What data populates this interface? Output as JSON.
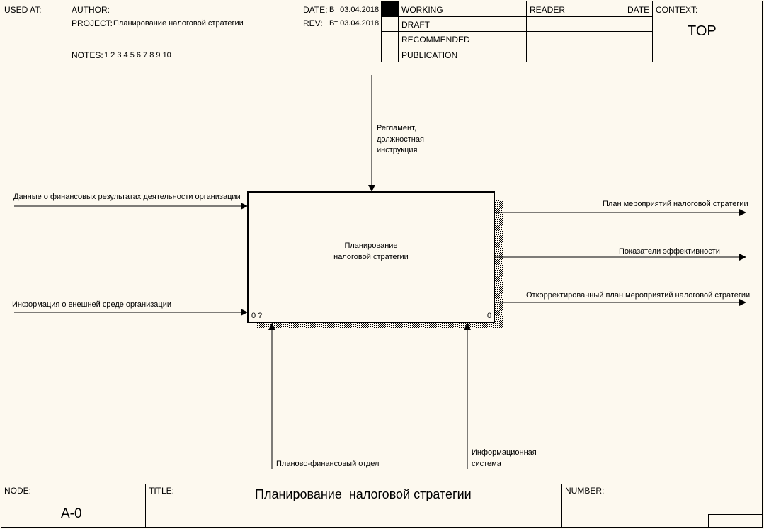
{
  "header": {
    "used_at_label": "USED AT:",
    "author_label": "AUTHOR:",
    "project_label": "PROJECT:",
    "project_value": "Планирование налоговой стратегии",
    "date_label": "DATE:",
    "date_value": "Вт 03.04.2018",
    "rev_label": "REV:",
    "rev_value": "Вт 03.04.2018",
    "notes_label": "NOTES:",
    "notes_value": "1 2 3 4 5 6 7 8 9 10",
    "status": [
      "WORKING",
      "DRAFT",
      "RECOMMENDED",
      "PUBLICATION"
    ],
    "reader_label": "READER",
    "reader_date_label": "DATE",
    "context_label": "CONTEXT:",
    "context_value": "TOP"
  },
  "diagram": {
    "box_title_line1": "Планирование",
    "box_title_line2": "налоговой стратегии",
    "box_corner_left": "0 ?",
    "box_corner_right": "0",
    "inputs": [
      "Данные о финансовых результатах деятельности организации",
      "Информация о внешней среде организации"
    ],
    "control": [
      "Регламент,",
      "должностная",
      "инструкция"
    ],
    "outputs": [
      "План мероприятий налоговой стратегии",
      "Показатели эффективности",
      "Откорректированный план мероприятий налоговой стратегии"
    ],
    "mechanisms": [
      "Планово-финансовый отдел",
      "Информационная",
      "система"
    ]
  },
  "footer": {
    "node_label": "NODE:",
    "node_value": "А-0",
    "title_label": "TITLE:",
    "title_value": "Планирование  налоговой стратегии",
    "number_label": "NUMBER:"
  }
}
